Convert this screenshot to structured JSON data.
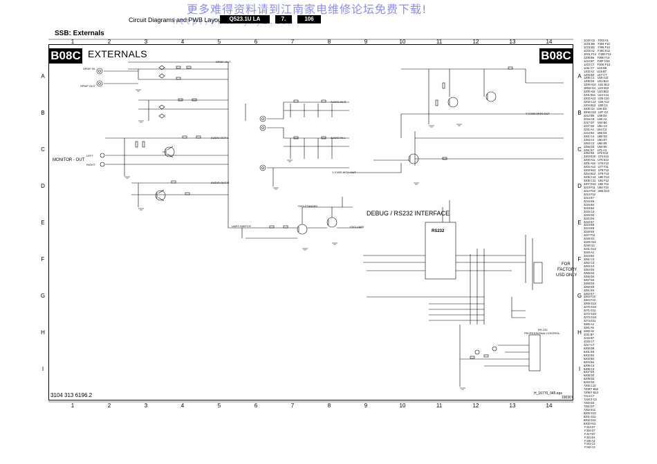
{
  "watermark": {
    "line1": "更多难得资料请到江南家电维修论坛免费下载!",
    "line2": "http://www.jnjd.com"
  },
  "header": {
    "label": "Circuit Diagrams and PWB Layouts",
    "model": "Q523.1U LA",
    "section": "7.",
    "page": "106"
  },
  "section_title": "SSB: Externals",
  "badge_left": "B08C",
  "badge_right": "B08C",
  "diagram_title": "EXTERNALS",
  "columns": [
    "1",
    "2",
    "3",
    "4",
    "5",
    "6",
    "7",
    "8",
    "9",
    "10",
    "11",
    "12",
    "13",
    "14"
  ],
  "rows": [
    "A",
    "B",
    "C",
    "D",
    "E",
    "F",
    "G",
    "H",
    "I"
  ],
  "labels": {
    "monitor_out": "MONITOR - OUT",
    "debug": "DEBUG / RS232 INTERFACE",
    "for_factory": "FOR",
    "for_factory2": "FACTORY",
    "usd_only": "USD ONLY",
    "rs232_chip": "RS232",
    "spdif_in": "SPDIF IN",
    "spdif_out": "SPDIF OUT",
    "left": "LEFT",
    "right": "RIGHT",
    "rs232_pro": "RS-232",
    "pro_control": "PROFESSIONAL CONTROL",
    "audio_out_l": "AUDIO-OUT-L",
    "audio_out_r": "AUDIO-OUT-R",
    "audio_in_r": "AUDIO-IN-R",
    "audio_in_l": "AUDIO-IN-L",
    "spdif_out_net": "SPDIF-OUT",
    "mon_out": "Y-CVBS-MON-OUT",
    "uart_switch": "UART-SWITCH",
    "standby": "+3V3-STANDBY",
    "uart_net": "+3V3-UART"
  },
  "footer": {
    "docnum": "3104 313 6196.2",
    "file": "H_16770_045.eps",
    "date": "190307"
  },
  "index_text": "1C00 C2    FJ03 A1\n1C01 B6    FJ04 F10\n1C02 B2    FJ05 F13\n1C03 A2    FJ0C E11\n1H01 F14   FJ0D F13\n1J05 B6    FJ0E F13\n1J10 B7    FJ0F H13\n1J10 C7    FJ0G F13\n1J11 C7    U15 B6\n1J03 A3    U15 B7\n1J03 B3    U17 C7\n1J05 C1    U19 A12\n1J05 D3    U21 B13\n1J06 H13   U21 B12\n1M16 I14   U22 B12\n2J00 A11   U23 B12\n2J01 B11   U24 C11\n2J02 A13   U25 C10\n2J03 C13   U26 A12\n2J04 B12   U30 C4\n2J05 I13   U36 D3\n2J06 H13   U37 C4\n2J12 B6    U38 D4\n2J16 C8    U40 A4\n2J17 D7    U44 B4\n2J37 D2    U51 C4\n2J41 A4    U54 C3\n2J44 B4    U56 D3\n2J51 C4    U60 D3\n2J53 C4    U61 E7\n2J54 C3    U62 E6\n2J56 D3    U63 E5\n2J61 E7    U71 A3\n2J62 E6    U72 E12\n2J63 E10   U74 E11\n3J00 A11   U75 E12\n3J01 A12   U76 F12\n3J02 A12   U77 F11\n3J03 B12   U78 F12\n3J04 B12   U79 F13\n3J05 C12   U80 F13\n3J06 C11   U81 F12\n3J07 D10   U82 F11\n3J10 F11   U84 F10\n3J12 F12   U85 G10\n3J13 F12\n3J14 E7\n3J15 E8\n3J16 B4\n3J18 B4\n3J19 C4\n3J20 D4\n3J21 D4\n3J22 E7\n3J23 E8\n3J24 E8\n3J25 E5\n3J27 F11\n3J28 G2\n3J29 H13\n3J30 I13\n3J31 G13\n3J40 A4\n3J44 B4\n3J51 C4\n3J52 C3\n3J53 C4\n3J54 D3\n3J55 D4\n3J56 D4\n3J57 D4\n3J58 D3\n3J60 E5\n3J61 E6\n3J62 E7\n3J63 F10\n3J64 F13\n3J65 G13\n3J70 G10\n3J71 G11\n3J72 G10\n3J73 G10\n3J74 G11\n3J80 A4\n3J81 A5\n3J82 A5\n4J11 B7\n4J15 B7\n4J16 C7\n4J17 C7\n6J00 D8\n6J01 E8\n6J02 B4\n6J03 B4\n6J04 B4\n6J05 C4\n6J06 C3\n6J07 E5\n6J08 D2\n6J09 D2\n6J40 D2\n7J00 C10\n7J09 F B12\n7J09 F B13\n7J14 C7\n7J40 2 C3\n7J50 D3\n7J51 D7\n7J52 E11\n8J00 G10\n8J01 G11\n8J02 G11\n8J03 H11\n FJ13 D7\n FJ16 D7\n FJ17 D7\n FJ31 E4\n FJ40 A3\n FJ41 C2\n FJ42 C2"
}
